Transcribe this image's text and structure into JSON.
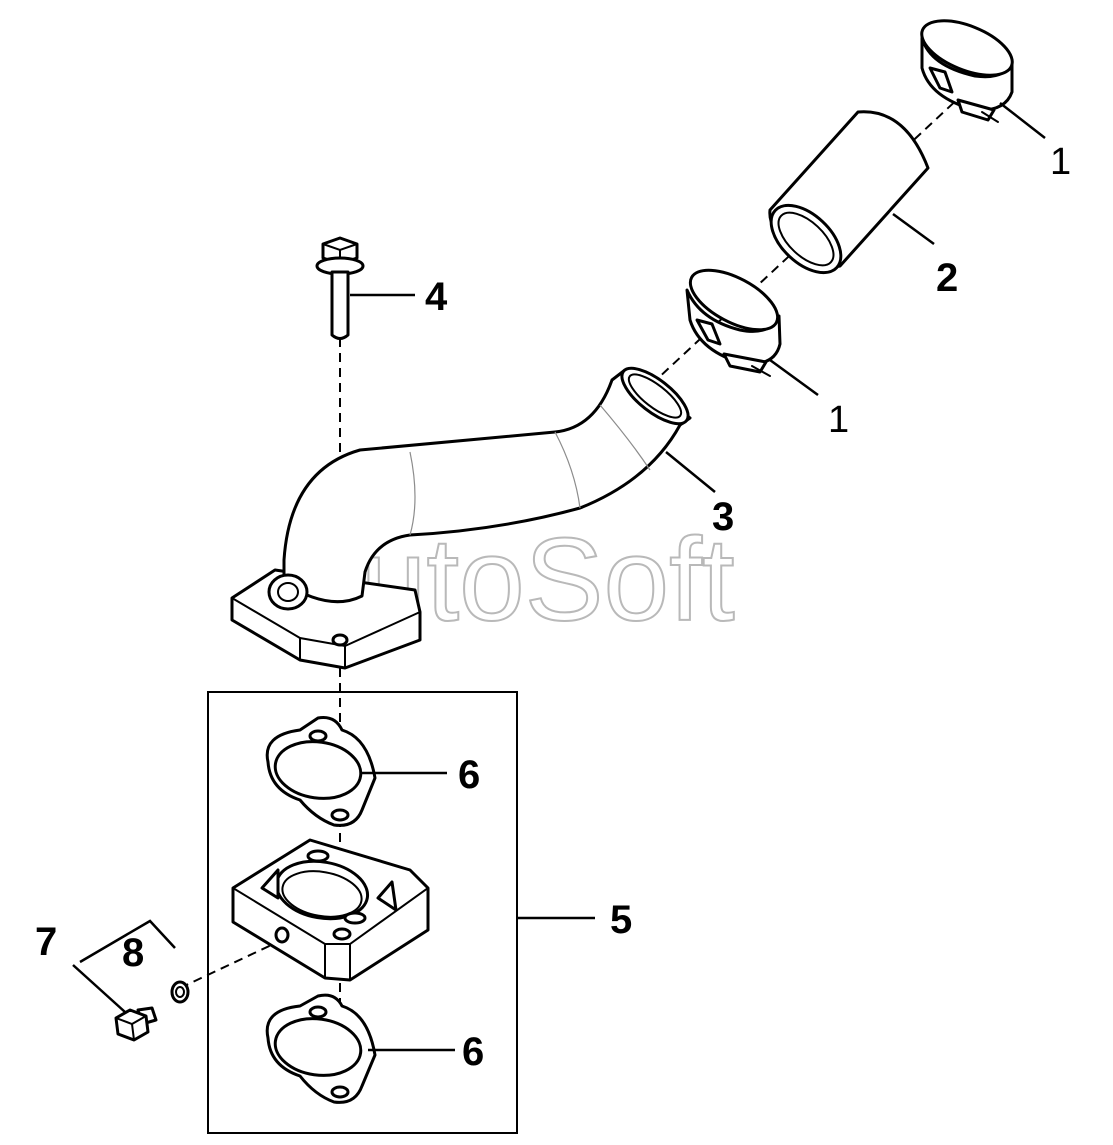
{
  "watermark": "AutoSoft",
  "callouts": {
    "clamp_upper": "1",
    "clamp_lower": "1",
    "hose": "2",
    "pipe": "3",
    "bolt": "4",
    "kit": "5",
    "gasket_upper": "6",
    "gasket_lower": "6",
    "plug": "7",
    "washer": "8"
  },
  "colors": {
    "line": "#000000",
    "watermark": "#b9b9b9",
    "background": "#ffffff"
  }
}
